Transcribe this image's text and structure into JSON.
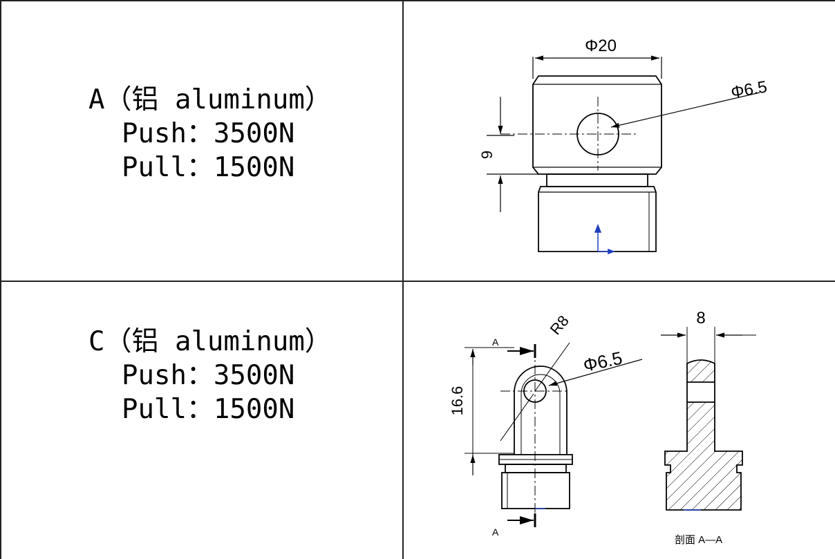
{
  "rows": [
    {
      "title": "A（铝 aluminum）",
      "push": "Push：3500N",
      "pull": "Pull：1500N",
      "drawing": {
        "dim_width": "Φ20",
        "dim_hole": "Φ6.5",
        "dim_height": "9"
      }
    },
    {
      "title": "C（铝 aluminum）",
      "push": "Push：3500N",
      "pull": "Pull：1500N",
      "drawing": {
        "dim_radius": "R8",
        "dim_hole": "Φ6.5",
        "dim_height": "16.6",
        "dim_thickness": "8",
        "section_mark_top": "A",
        "section_mark_bottom": "A",
        "section_label": "剖面 A—A"
      }
    }
  ]
}
